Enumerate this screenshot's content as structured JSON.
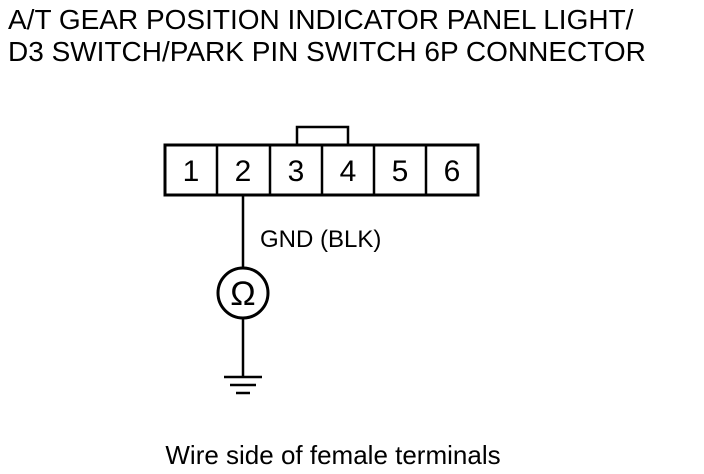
{
  "title": {
    "line1": "A/T GEAR POSITION INDICATOR PANEL LIGHT/",
    "line2": "D3 SWITCH/PARK PIN SWITCH 6P CONNECTOR"
  },
  "connector": {
    "pins": [
      "1",
      "2",
      "3",
      "4",
      "5",
      "6"
    ]
  },
  "probe": {
    "wire_label": "GND (BLK)",
    "meter_symbol": "Ω"
  },
  "caption": "Wire side of female terminals"
}
